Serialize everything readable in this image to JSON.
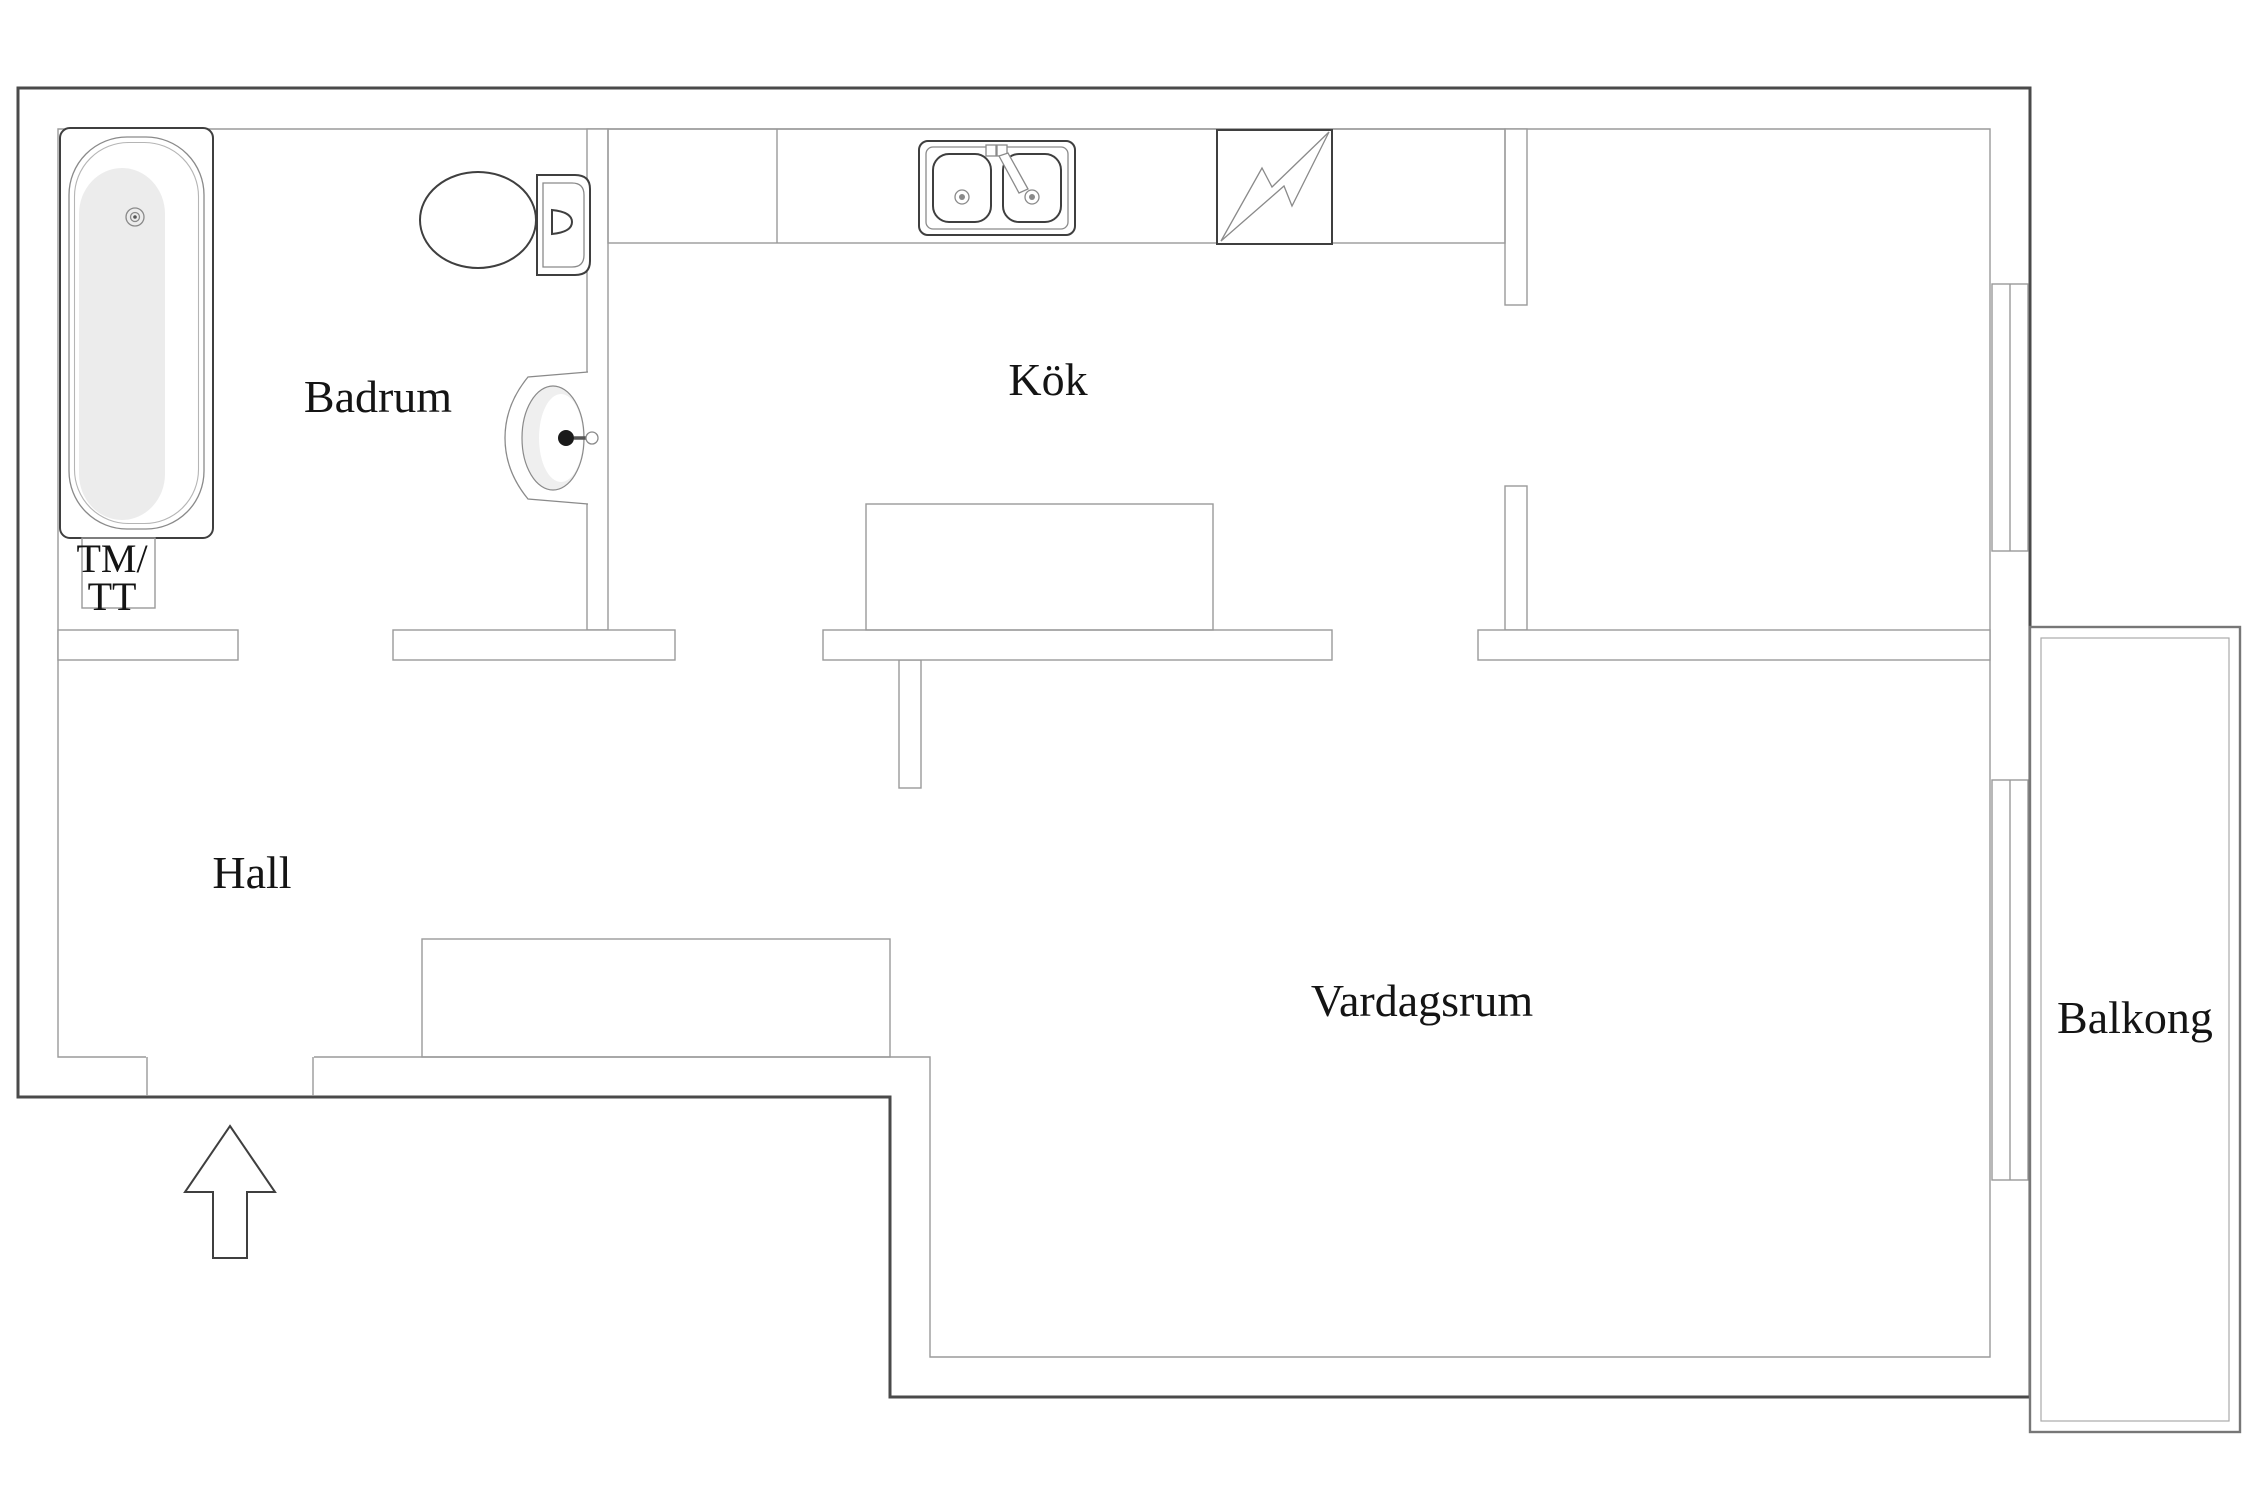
{
  "rooms": {
    "badrum": {
      "label": "Badrum"
    },
    "kok": {
      "label": "Kök"
    },
    "hall": {
      "label": "Hall"
    },
    "vardagsrum": {
      "label": "Vardagsrum"
    },
    "balkong": {
      "label": "Balkong"
    }
  },
  "appliance_labels": {
    "washer_dryer_top": "TM/",
    "washer_dryer_bottom": "TT"
  },
  "fixtures": [
    "bathtub-icon",
    "bathtub-drain-icon",
    "washer-dryer-niche",
    "toilet-icon",
    "washbasin-icon",
    "kitchen-counter",
    "double-sink-icon",
    "stove-lightning-icon",
    "kitchen-island",
    "hall-closet",
    "entrance-arrow-icon",
    "window-symbol",
    "balcony-door-window-symbol",
    "balcony-railing"
  ],
  "colors": {
    "wall-dark": "#4a4a4a",
    "wall-light": "#9a9a9a",
    "fixture-dark": "#3f3f3f",
    "fixture-light": "#8a8a8a",
    "shade": "#e9e9e9",
    "text": "#141414",
    "bg": "#ffffff"
  }
}
